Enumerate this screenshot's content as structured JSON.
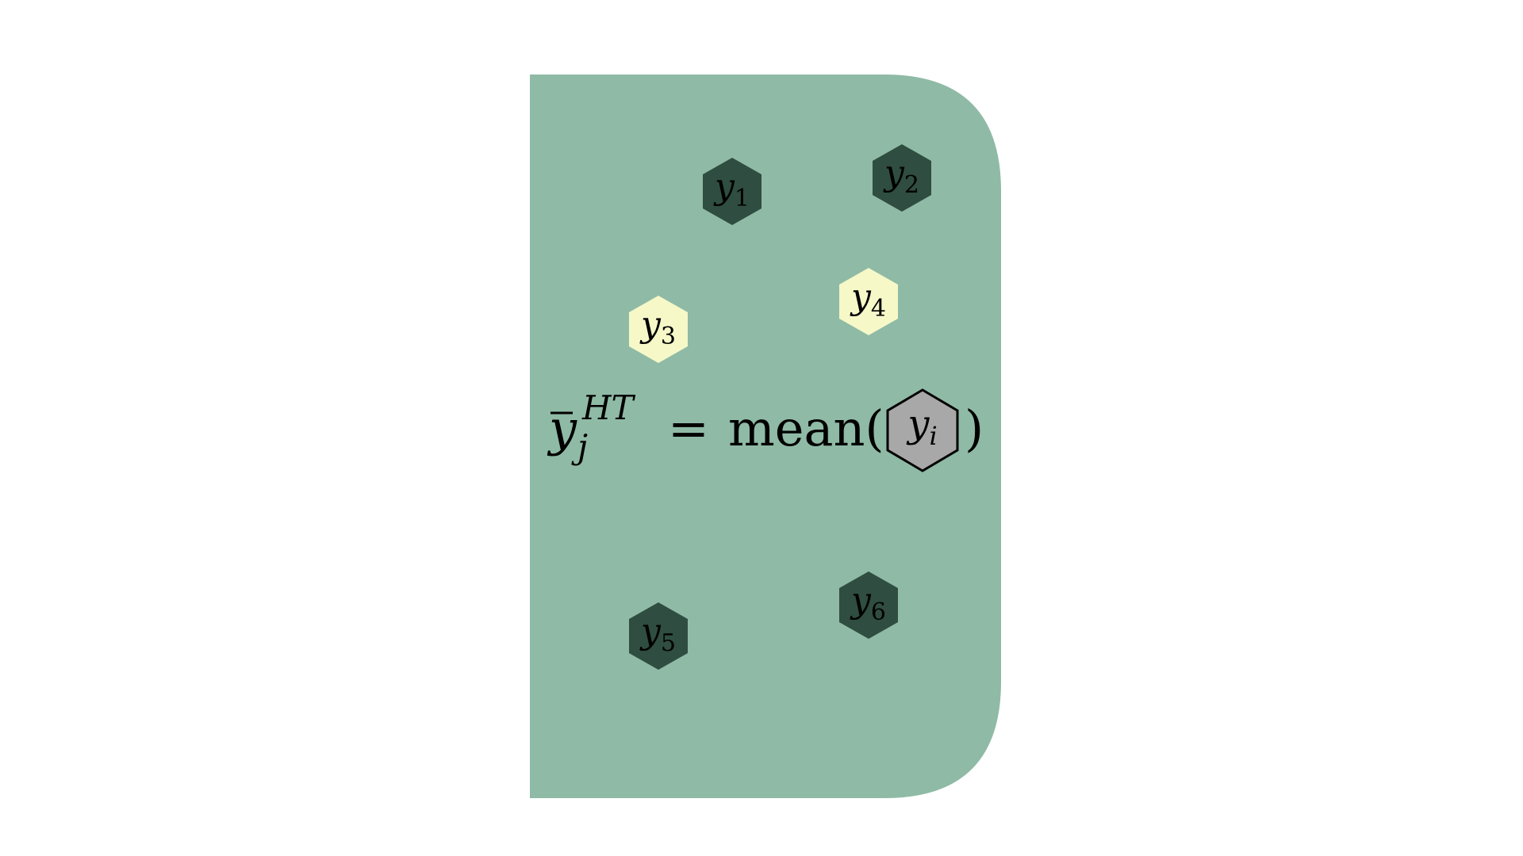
{
  "colors": {
    "panel": "#8fbaa6",
    "dark_node": "#2f4d40",
    "light_node": "#f6f8c8",
    "inner_node": "#a9a8a9",
    "text": "#000000"
  },
  "nodes": [
    {
      "id": "y1",
      "var": "y",
      "sub": "1",
      "tone": "dark"
    },
    {
      "id": "y2",
      "var": "y",
      "sub": "2",
      "tone": "dark"
    },
    {
      "id": "y3",
      "var": "y",
      "sub": "3",
      "tone": "light"
    },
    {
      "id": "y4",
      "var": "y",
      "sub": "4",
      "tone": "light"
    },
    {
      "id": "y5",
      "var": "y",
      "sub": "5",
      "tone": "dark"
    },
    {
      "id": "y6",
      "var": "y",
      "sub": "6",
      "tone": "dark"
    }
  ],
  "formula": {
    "lhs_var": "y",
    "lhs_sup": "HT",
    "lhs_sub": "j",
    "equals": "=",
    "func": "mean(",
    "close": ")",
    "arg_var": "y",
    "arg_sub": "i"
  }
}
